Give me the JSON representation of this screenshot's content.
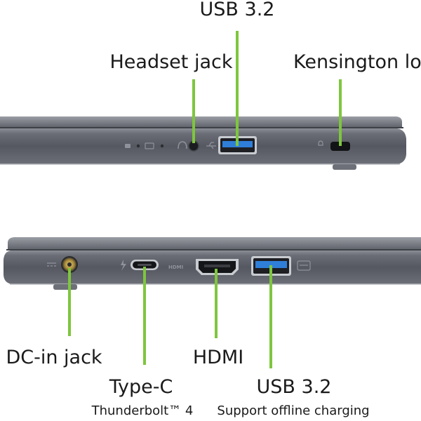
{
  "right_side": {
    "labels": {
      "usb_top": "USB 3.2",
      "headset": "Headset jack",
      "kensington": "Kensington lock"
    }
  },
  "left_side": {
    "labels": {
      "dc_in": "DC-in jack",
      "type_c": "Type-C",
      "type_c_sub": "Thunderbolt™ 4",
      "hdmi": "HDMI",
      "usb_bottom": "USB 3.2",
      "usb_bottom_sub": "Support offline charging"
    },
    "port_markings": {
      "hdmi_mark": "HDMI"
    }
  },
  "colors": {
    "callout_line": "#7ec63e",
    "chassis": "#5b5e66",
    "usb_port_blue": "#2f7fd8"
  }
}
